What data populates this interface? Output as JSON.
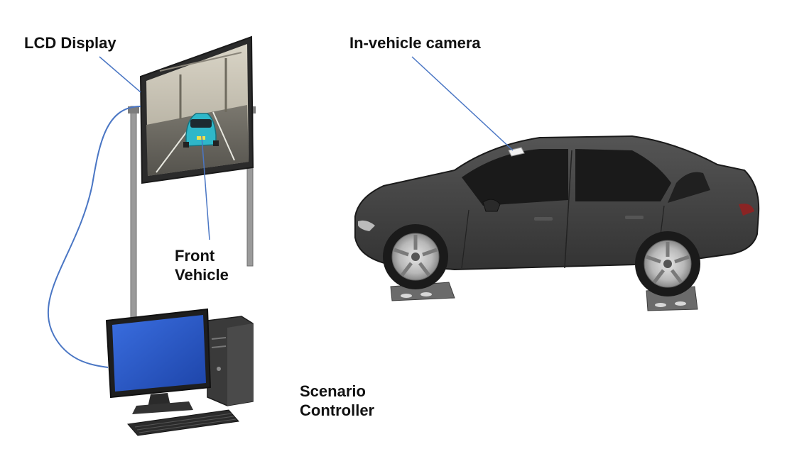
{
  "labels": {
    "lcd_display": "LCD Display",
    "in_vehicle_camera": "In-vehicle camera",
    "front_vehicle": [
      "Front",
      "Vehicle"
    ],
    "scenario_controller": [
      "Scenario",
      "Controller"
    ]
  },
  "colors": {
    "leader_line": "#4a76c4",
    "car_body": "#3f3f3f",
    "monitor_screen": "#2f5fd0",
    "stand": "#8a8a8a"
  }
}
